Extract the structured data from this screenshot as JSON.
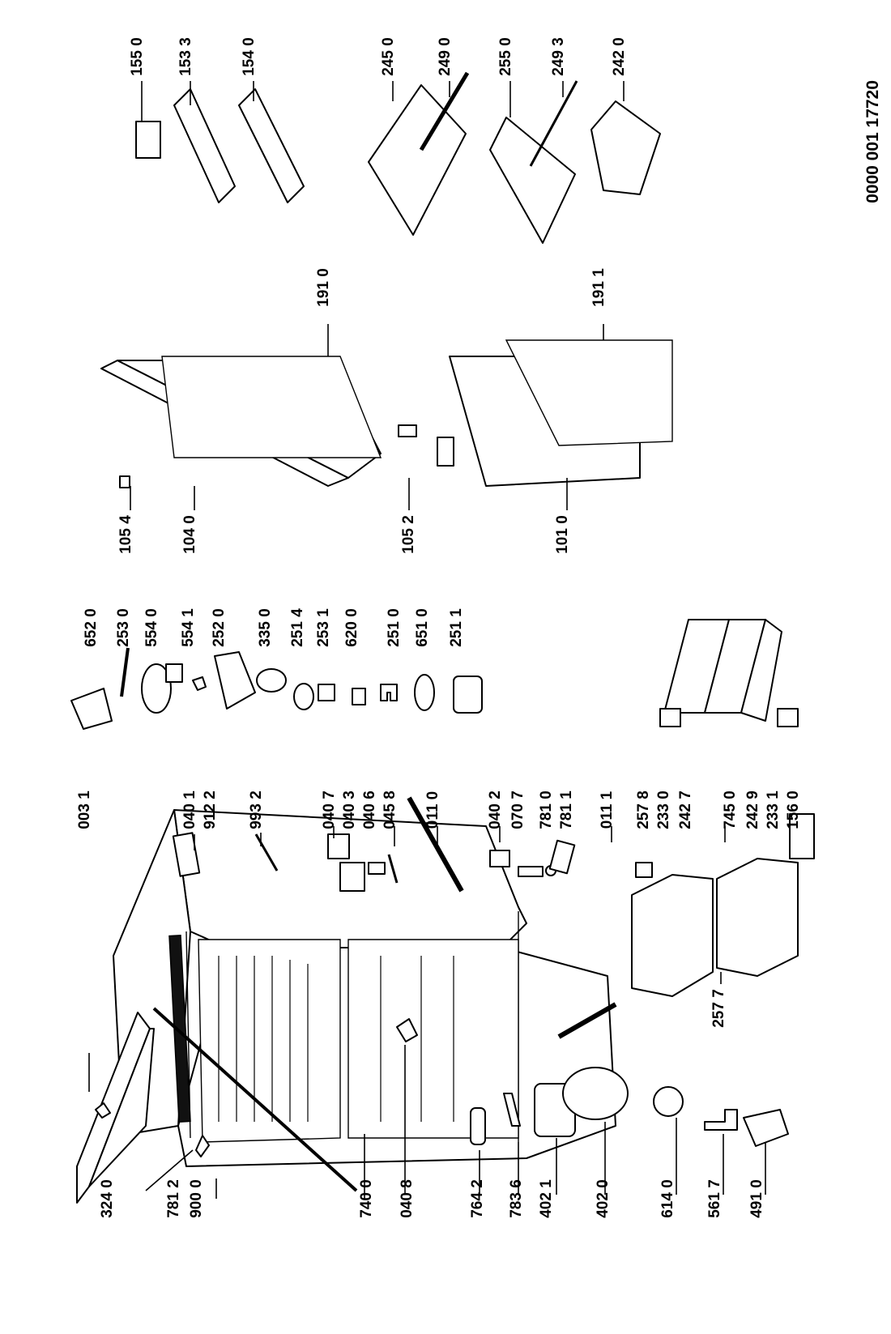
{
  "document_number": "0000 001 17720",
  "labels": [
    "003 1",
    "040 1",
    "912 2",
    "993 2",
    "040 7",
    "040 3",
    "040 6",
    "045 8",
    "011 0",
    "040 2",
    "070 7",
    "781 0",
    "781 1",
    "011 1",
    "257 8",
    "233 0",
    "242 7",
    "745 0",
    "242 9",
    "233 1",
    "156 0",
    "257 7",
    "324 0",
    "781 2",
    "900 0",
    "740 0",
    "040 8",
    "764 2",
    "783 6",
    "402 1",
    "402 0",
    "614 0",
    "561 7",
    "491 0",
    "652 0",
    "253 0",
    "554 0",
    "554 1",
    "252 0",
    "335 0",
    "251 4",
    "253 1",
    "620 0",
    "251 0",
    "651 0",
    "251 1",
    "105 4",
    "104 0",
    "105 2",
    "101 0",
    "191 0",
    "191 1",
    "155 0",
    "153 3",
    "154 0",
    "245 0",
    "249 0",
    "255 0",
    "249 3",
    "242 0"
  ]
}
